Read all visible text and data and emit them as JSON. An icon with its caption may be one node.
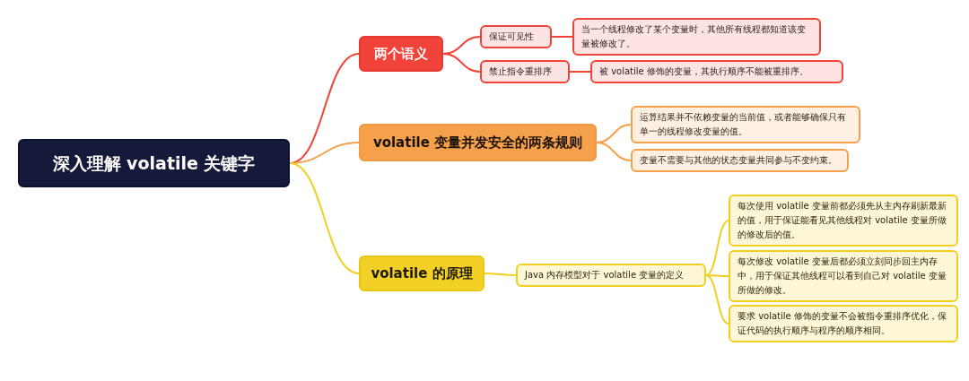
{
  "diagram": {
    "nodes": [
      {
        "text": [
          "深入理解 volatile 关键字"
        ]
      },
      {
        "text": [
          "两个语义"
        ]
      },
      {
        "text": [
          "保证可见性"
        ]
      },
      {
        "text": [
          "当一个线程修改了某个变量时，其他所有线程都知道该变量被修改了。"
        ]
      },
      {
        "text": [
          "禁止指令重排序"
        ]
      },
      {
        "text": [
          "被 volatile 修饰的变量，其执行顺序不能被重排序。"
        ]
      },
      {
        "text": [
          "volatile 变量并发安全的两条规则"
        ]
      },
      {
        "text": [
          "运算结果并不依赖变量的当前值，或者能够确保只有单一的线程修改变量的值。"
        ]
      },
      {
        "text": [
          "变量不需要与其他的状态变量共同参与不变约束。"
        ]
      },
      {
        "text": [
          "volatile 的原理"
        ]
      },
      {
        "text": [
          "Java 内存模型对于 volatile 变量的定义"
        ]
      },
      {
        "text": [
          "每次使用 volatile 变量前都必须先从主内存刷新最新的值，用于保证能看见其他线程对 volatile 变量所做的修改后的值。"
        ]
      },
      {
        "text": [
          "每次修改 volatile 变量后都必须立刻同步回主内存中，用于保证其他线程可以看到自己对 volatile 变量所做的修改。"
        ]
      },
      {
        "text": [
          "要求 volatile 修饰的变量不会被指令重排序优化，保证代码的执行顺序与程序的顺序相同。"
        ]
      }
    ],
    "edges": [
      {
        "from": 0,
        "to": 1,
        "arrow": "none",
        "color": "#f0433a"
      },
      {
        "from": 1,
        "to": 2,
        "arrow": "none",
        "color": "#f0433a"
      },
      {
        "from": 2,
        "to": 3,
        "arrow": "none",
        "color": "#f0433a"
      },
      {
        "from": 1,
        "to": 4,
        "arrow": "none",
        "color": "#f0433a"
      },
      {
        "from": 4,
        "to": 5,
        "arrow": "none",
        "color": "#f0433a"
      },
      {
        "from": 0,
        "to": 6,
        "arrow": "none",
        "color": "#f5a04a"
      },
      {
        "from": 6,
        "to": 7,
        "arrow": "none",
        "color": "#f5a04a"
      },
      {
        "from": 6,
        "to": 8,
        "arrow": "none",
        "color": "#f5a04a"
      },
      {
        "from": 0,
        "to": 9,
        "arrow": "none",
        "color": "#f2cf1f"
      },
      {
        "from": 9,
        "to": 10,
        "arrow": "none",
        "color": "#f2cf1f"
      },
      {
        "from": 10,
        "to": 11,
        "arrow": "none",
        "color": "#f2cf1f"
      },
      {
        "from": 10,
        "to": 12,
        "arrow": "none",
        "color": "#f2cf1f"
      },
      {
        "from": 10,
        "to": 13,
        "arrow": "none",
        "color": "#f2cf1f"
      }
    ]
  }
}
